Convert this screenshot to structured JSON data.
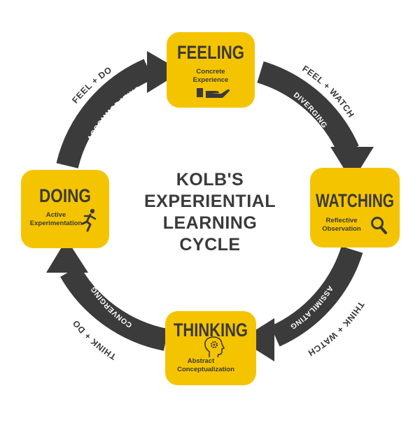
{
  "title": {
    "line1": "KOLB'S",
    "line2": "EXPERIENTIAL",
    "line3": "LEARNING",
    "line4": "CYCLE"
  },
  "nodes": {
    "feeling": {
      "title": "FEELING",
      "sub1": "Concrete",
      "sub2": "Experience",
      "icon": "hand-holding-icon"
    },
    "watching": {
      "title": "WATCHING",
      "sub1": "Reflective",
      "sub2": "Observation",
      "icon": "magnifier-icon"
    },
    "thinking": {
      "title": "THINKING",
      "sub1": "Abstract",
      "sub2": "Conceptualization",
      "icon": "head-gear-icon"
    },
    "doing": {
      "title": "DOING",
      "sub1": "Active",
      "sub2": "Experimentation",
      "icon": "running-person-icon"
    }
  },
  "arrows": {
    "top_right": {
      "outer": "FEEL + WATCH",
      "inner": "DIVERGING"
    },
    "bottom_right": {
      "outer": "THINK + WATCH",
      "inner": "ASSIMILATING"
    },
    "bottom_left": {
      "outer": "THINK + DO",
      "inner": "CONVERGING"
    },
    "top_left": {
      "outer": "FEEL + DO",
      "inner": "ACCOMMODATING"
    }
  },
  "colors": {
    "box": "#F5C400",
    "arrow": "#3B3B3B",
    "text": "#3A3A3A",
    "background": "#FFFFFF"
  }
}
